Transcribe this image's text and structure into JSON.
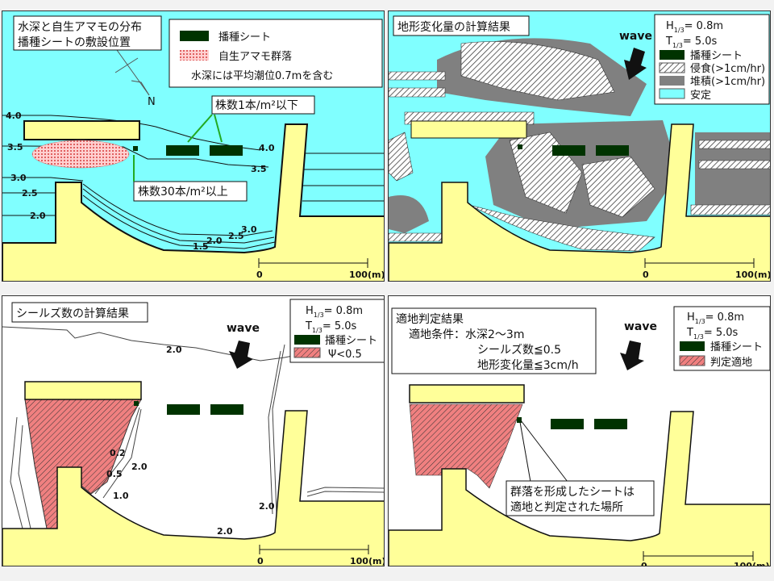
{
  "colors": {
    "water": "#80ffff",
    "land": "#ffff99",
    "sheet": "#003300",
    "pink": "#f08080",
    "gray": "#808080",
    "arrow_green": "#22aa22"
  },
  "wave_params": {
    "h_symbol": "H",
    "t_symbol": "T",
    "sub": "1/3",
    "h_value": "= 0.8m",
    "t_value": "= 5.0s"
  },
  "wave_label": "wave",
  "scale": {
    "zero": "0",
    "hundred": "100(m)"
  },
  "panel_depth": {
    "title_line1": "水深と自生アマモの分布",
    "title_line2": "播種シートの敷設位置",
    "legend": {
      "sheet": "播種シート",
      "colony": "自生アマモ群落",
      "note": "水深には平均潮位0.7mを含む"
    },
    "north": "N",
    "callout_low": "株数1本/m²以下",
    "callout_high": "株数30本/m²以上",
    "contours": [
      "4.0",
      "3.5",
      "3.0",
      "2.5",
      "2.0",
      "4.0",
      "3.5",
      "3.0",
      "2.5",
      "2.0",
      "1.5"
    ]
  },
  "panel_topo": {
    "title": "地形変化量の計算結果",
    "legend": {
      "sheet": "播種シート",
      "erosion": "侵食(>1cm/hr)",
      "deposition": "堆積(>1cm/hr)",
      "stable": "安定"
    }
  },
  "panel_shields": {
    "title": "シールズ数の計算結果",
    "legend": {
      "sheet": "播種シート",
      "psi": "Ψ<0.5"
    },
    "contours": [
      "2.0",
      "0.2",
      "0.5",
      "2.0",
      "1.0",
      "2.0",
      "2.0"
    ]
  },
  "panel_suit": {
    "title": "適地判定結果",
    "cond_label": "適地条件：水深2～3m",
    "cond_shields": "シールズ数≦0.5",
    "cond_topo": "地形変化量≦3cm/h",
    "legend": {
      "sheet": "播種シート",
      "suitable": "判定適地"
    },
    "callout_line1": "群落を形成したシートは",
    "callout_line2": "適地と判定された場所"
  }
}
